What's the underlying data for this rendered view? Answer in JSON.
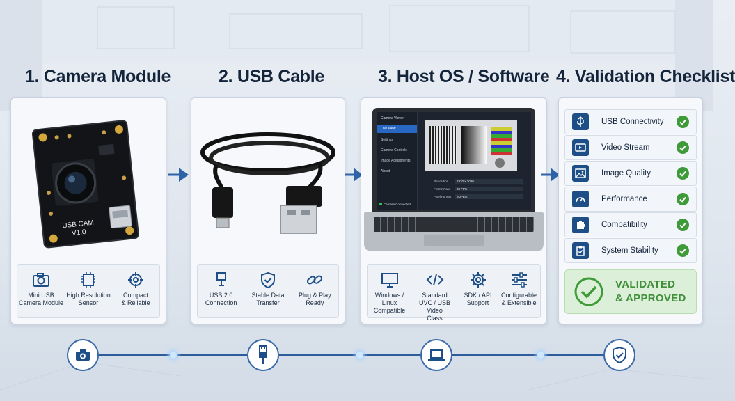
{
  "stages": [
    {
      "title": "1. Camera Module",
      "board_label_1": "USB CAM",
      "board_label_2": "V1.0",
      "features": [
        {
          "icon": "camera-icon",
          "line1": "Mini USB",
          "line2": "Camera Module"
        },
        {
          "icon": "chip-icon",
          "line1": "High Resolution",
          "line2": "Sensor"
        },
        {
          "icon": "crosshair-icon",
          "line1": "Compact",
          "line2": "& Reliable"
        }
      ]
    },
    {
      "title": "2. USB Cable",
      "features": [
        {
          "icon": "usb-plug-icon",
          "line1": "USB 2.0",
          "line2": "Connection"
        },
        {
          "icon": "shield-check-icon",
          "line1": "Stable Data",
          "line2": "Transfer"
        },
        {
          "icon": "link-icon",
          "line1": "Plug & Play",
          "line2": "Ready"
        }
      ]
    },
    {
      "title": "3. Host OS / Software",
      "screen": {
        "app_title": "Camera Viewer",
        "menu": [
          "Live View",
          "Settings",
          "Camera Controls",
          "Image Adjustments",
          "About"
        ],
        "active_menu": "Live View",
        "params": [
          {
            "label": "Resolution",
            "value": "1920 x 1080"
          },
          {
            "label": "Frame Rate",
            "value": "30 FPS"
          },
          {
            "label": "Pixel Format",
            "value": "MJPEG"
          }
        ],
        "status": "Camera Connected"
      },
      "features": [
        {
          "icon": "monitor-icon",
          "line1": "Windows / Linux",
          "line2": "Compatible",
          "line3": ""
        },
        {
          "icon": "code-icon",
          "line1": "Standard",
          "line2": "UVC / USB Video",
          "line3": "Class"
        },
        {
          "icon": "gear-icon",
          "line1": "SDK / API",
          "line2": "Support",
          "line3": ""
        },
        {
          "icon": "sliders-icon",
          "line1": "Configurable",
          "line2": "& Extensible",
          "line3": ""
        }
      ]
    },
    {
      "title": "4. Validation Checklist",
      "checks": [
        {
          "icon": "usb-icon",
          "label": "USB Connectivity"
        },
        {
          "icon": "video-icon",
          "label": "Video Stream"
        },
        {
          "icon": "image-icon",
          "label": "Image Quality"
        },
        {
          "icon": "gauge-icon",
          "label": "Performance"
        },
        {
          "icon": "puzzle-icon",
          "label": "Compatibility"
        },
        {
          "icon": "clipboard-check-icon",
          "label": "System Stability"
        }
      ],
      "badge_line1": "VALIDATED",
      "badge_line2": "& APPROVED"
    }
  ],
  "timeline": [
    "camera-icon",
    "usb-plug-icon",
    "laptop-icon",
    "shield-check-icon"
  ],
  "colors": {
    "accent": "#1d4f86",
    "arrow": "#2f63a8",
    "success": "#3f9b3a",
    "panel": "#f6f8fb"
  }
}
